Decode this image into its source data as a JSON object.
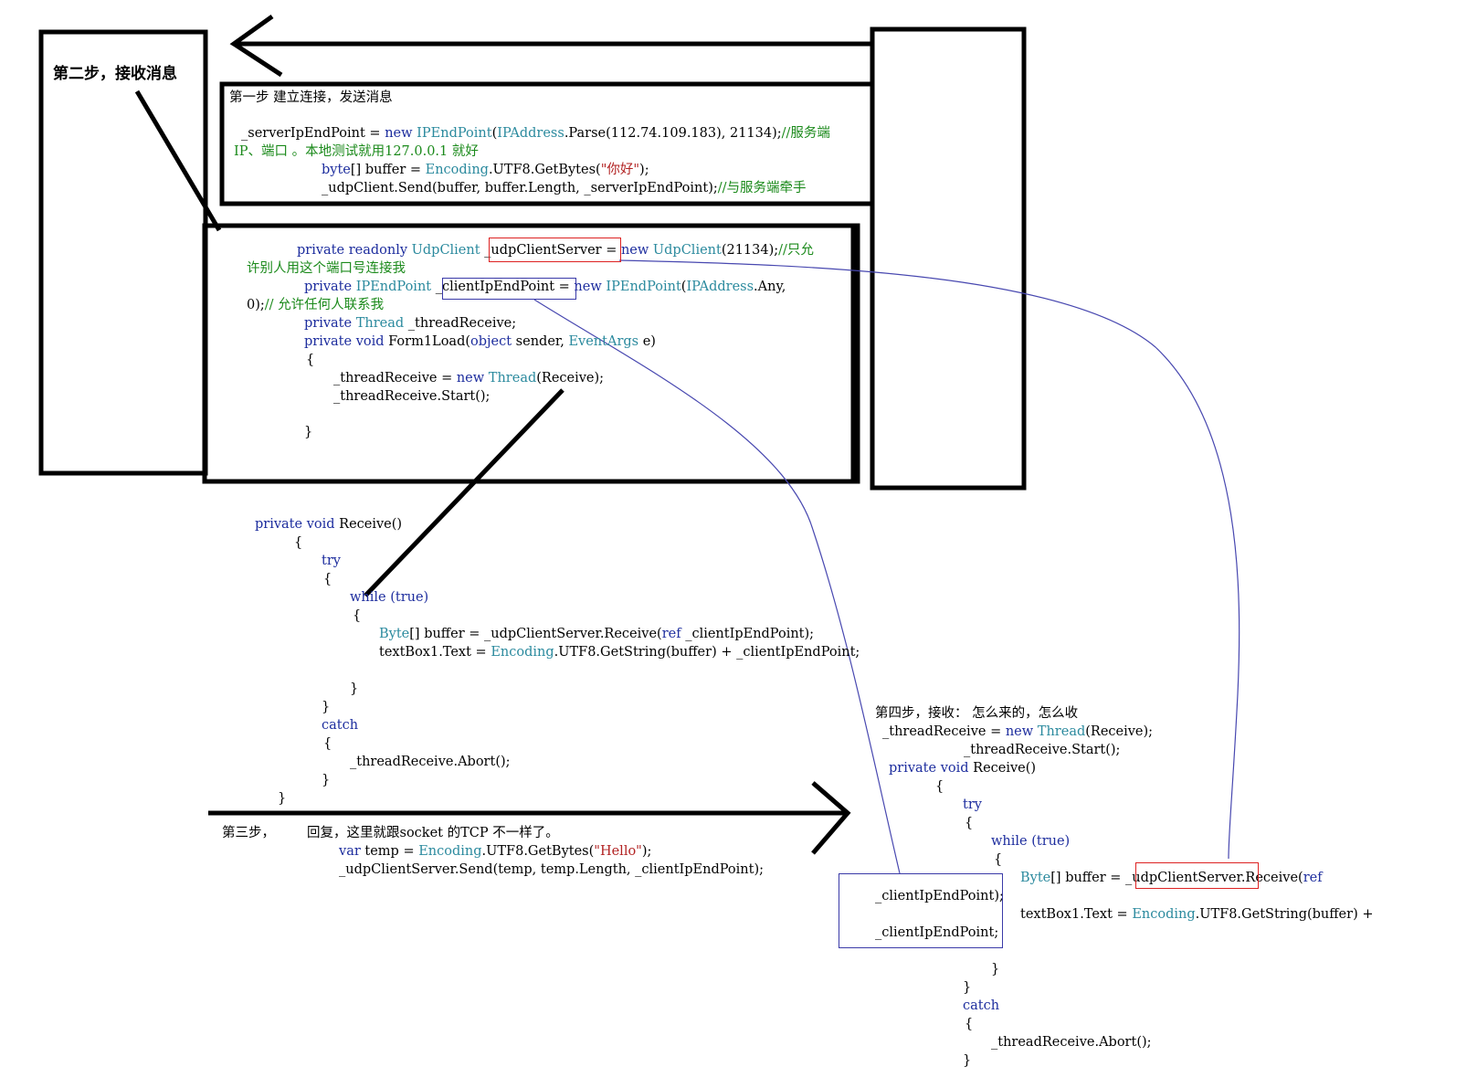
{
  "step2_label": "第二步，接收消息",
  "step1": {
    "title": "第一步 建立连接，发送消息",
    "l1_a": "_serverIpEndPoint = ",
    "l1_new": "new",
    "l1_type": "IPEndPoint",
    "l1_p": "(",
    "l1_type2": "IPAddress",
    "l1_b": ".Parse(112.74.109.183), 21134);",
    "l1_comment": "//服务端",
    "l2_comment": "IP、端口 。本地测试就用127.0.0.1 就好",
    "l3_kw": "byte",
    "l3_a": "[] buffer = ",
    "l3_type": "Encoding",
    "l3_b": ".UTF8.GetBytes(",
    "l3_str": "\"你好\"",
    "l3_c": ");",
    "l4_a": "_udpClient.Send(buffer, buffer.Length, _serverIpEndPoint);",
    "l4_comment": "//与服务端牵手"
  },
  "step2_code": {
    "l1_kw": "private readonly ",
    "l1_type": "UdpClient",
    "l1_var": "_udpClientServer",
    "l1_eq": " = ",
    "l1_new": "new ",
    "l1_type2": "UdpClient",
    "l1_b": "(21134);",
    "l1_comment": "//只允",
    "l2_comment": "许别人用这个端口号连接我",
    "l3_kw": "private ",
    "l3_type": "IPEndPoint",
    "l3_var": "_clientIpEndPoint",
    "l3_eq": " = ",
    "l3_new": "new ",
    "l3_type2": "IPEndPoint",
    "l3_p": "(",
    "l3_type3": "IPAddress",
    "l3_b": ".Any,",
    "l4_a": "0);",
    "l4_comment": "// 允许任何人联系我",
    "l5_kw": "private ",
    "l5_type": "Thread",
    "l5_b": " _threadReceive;",
    "l6_kw": "private void ",
    "l6_a": "Form1Load(",
    "l6_kw2": "object",
    "l6_b": " sender, ",
    "l6_type": "EventArgs",
    "l6_c": " e)",
    "l7": "{",
    "l8_a": "_threadReceive = ",
    "l8_new": "new ",
    "l8_type": "Thread",
    "l8_b": "(Receive);",
    "l9": "_threadReceive.Start();",
    "l10": "}"
  },
  "receive_code": {
    "l1_kw": "private void ",
    "l1_a": "Receive()",
    "l2": "{",
    "l3_kw": "try",
    "l4": "{",
    "l5_kw": "while ",
    "l5_kw2": "(true)",
    "l6": "{",
    "l7_type": "Byte",
    "l7_a": "[] buffer = _udpClientServer.Receive(",
    "l7_kw": "ref",
    "l7_b": " _clientIpEndPoint);",
    "l8_a": "textBox1.Text = ",
    "l8_type": "Encoding",
    "l8_b": ".UTF8.GetString(buffer) + _clientIpEndPoint;",
    "l9": "}",
    "l10": "}",
    "l11_kw": "catch",
    "l12": "{",
    "l13": "_threadReceive.Abort();",
    "l14": "}",
    "l15": "}"
  },
  "step3": {
    "label": "第三步，",
    "desc": "回复，这里就跟socket 的TCP 不一样了。",
    "l1_kw": "var",
    "l1_a": " temp = ",
    "l1_type": "Encoding",
    "l1_b": ".UTF8.GetBytes(",
    "l1_str": "\"Hello\"",
    "l1_c": ");",
    "l2": "_udpClientServer.Send(temp, temp.Length, _clientIpEndPoint);"
  },
  "step4": {
    "title": "第四步，接收： 怎么来的，怎么收",
    "l1_a": "_threadReceive = ",
    "l1_new": "new ",
    "l1_type": "Thread",
    "l1_b": "(Receive);",
    "l2": "_threadReceive.Start();",
    "l3_kw": "private void ",
    "l3_a": "Receive()",
    "l4": "{",
    "l5_kw": "try",
    "l6": "{",
    "l7_kw": "while ",
    "l7_kw2": "(true)",
    "l8": "{",
    "l9_type": "Byte",
    "l9_a": "[] buffer = ",
    "l9_var": "_udpClientServer",
    "l9_b": ".Receive(",
    "l9_kw": "ref",
    "l10_var": "_clientIpEndPoint",
    "l10_b": ");",
    "l11_a": "textBox1.Text = ",
    "l11_type": "Encoding",
    "l11_b": ".UTF8.GetString(buffer) +",
    "l12_var": "_clientIpEndPoint",
    "l12_b": ";",
    "l13": "}",
    "l14": "}",
    "l15_kw": "catch",
    "l16": "{",
    "l17": "_threadReceive.Abort();",
    "l18": "}"
  }
}
